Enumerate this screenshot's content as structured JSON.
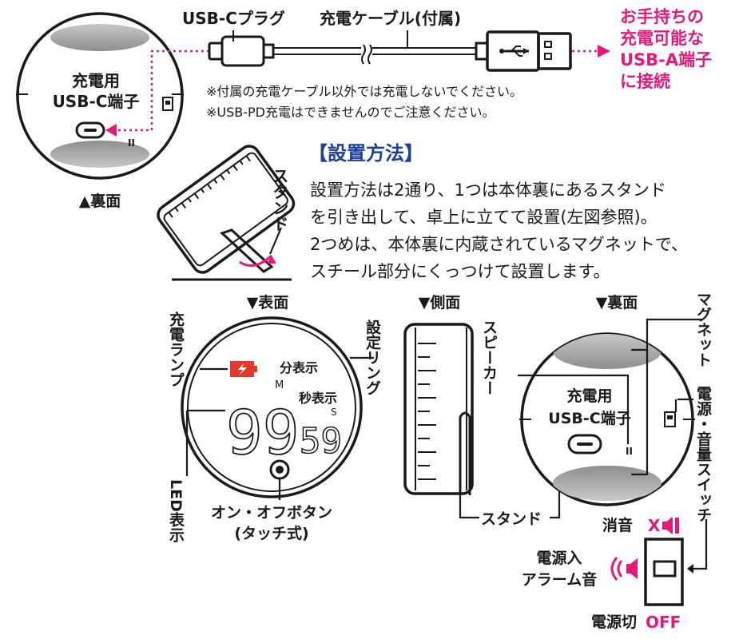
{
  "cable": {
    "plug_label": "USB-Cプラグ",
    "cable_label": "充電ケーブル(付属)",
    "target_lines": [
      "お手持ちの",
      "充電可能な",
      "USB-A端子",
      "に接続"
    ],
    "usb_a_symbol": "⟵•⟶"
  },
  "back_top": {
    "port_label_lines": [
      "充電用",
      "USB-C端子"
    ],
    "caption": "▲裏面",
    "switch_mark": "II"
  },
  "notes": [
    "※付属の充電ケーブル以外では充電しないでください。",
    "※USB-PD充電はできませんのでご注意ください。"
  ],
  "install": {
    "heading": "【設置方法】",
    "lines": [
      "設置方法は2通り、1つは本体裏にあるスタンド",
      "を引き出して、卓上に立てて設置(左図参照)。",
      "2つめは、本体裏に内蔵されているマグネットで、",
      "スチール部分にくっつけて設置します。"
    ],
    "stand_label": "スタンド"
  },
  "front": {
    "caption": "▼表面",
    "charge_lamp_label": "充電ランプ",
    "minutes_label": "分表示",
    "minutes_unit": "M",
    "seconds_label": "秒表示",
    "seconds_unit": "S",
    "digits_min": "99",
    "digits_sec": "59",
    "led_label": "LED表示",
    "button_label_lines": [
      "オン・オフボタン",
      "(タッチ式)"
    ],
    "ring_label": "設定リング"
  },
  "side": {
    "caption": "▼側面",
    "stand_label": "スタンド"
  },
  "back": {
    "caption": "▼裏面",
    "magnet_label": "マグネット",
    "speaker_label": "スピーカー",
    "port_label_lines": [
      "充電用",
      "USB-C端子"
    ],
    "switch_label": "電源・音量スイッチ",
    "switch_mark": "II"
  },
  "switch_detail": {
    "mute_label": "消音",
    "mute_mark": "X",
    "alarm_lines": [
      "電源入",
      "アラーム音"
    ],
    "off_label": "電源切",
    "off_suffix": "OFF"
  },
  "colors": {
    "accent_pink": "#e6197a",
    "heading_blue": "#1d3f9a",
    "lamp_red": "#e03a2b",
    "magnet_gray": "#9a9a9a"
  }
}
